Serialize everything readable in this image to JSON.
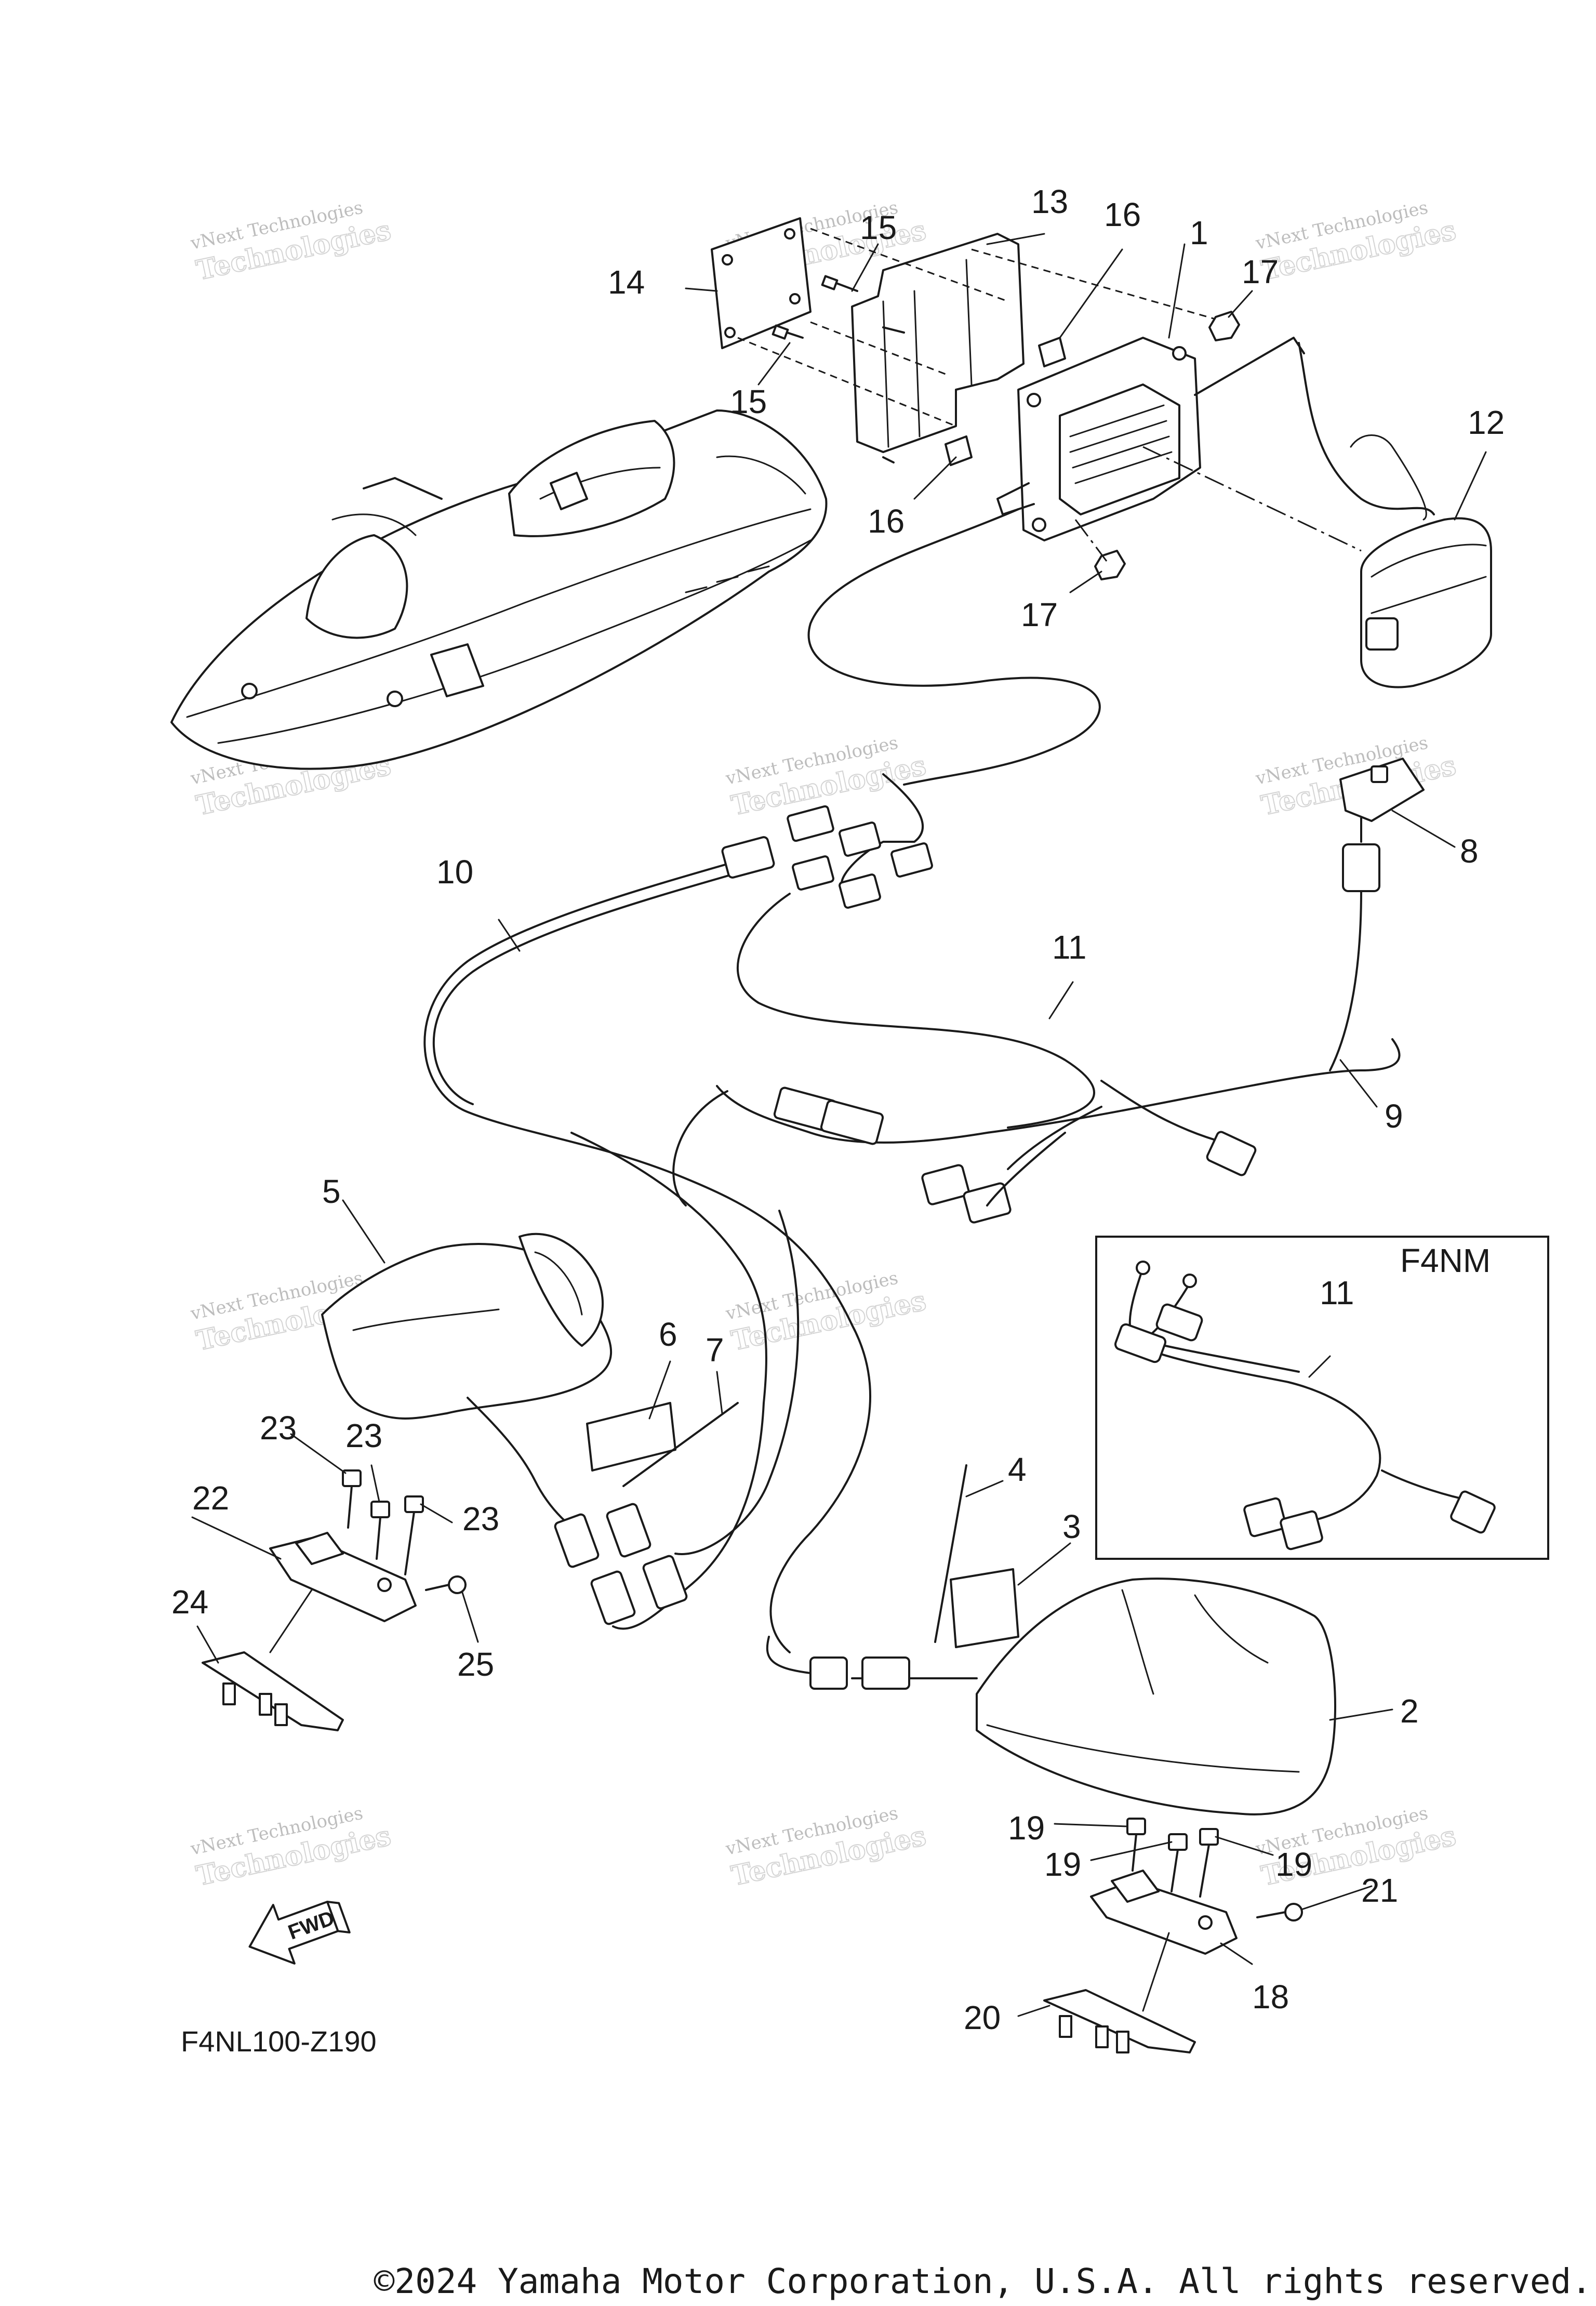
{
  "callouts": {
    "c1": "1",
    "c2": "2",
    "c3": "3",
    "c4": "4",
    "c5": "5",
    "c6": "6",
    "c7": "7",
    "c8": "8",
    "c9": "9",
    "c10": "10",
    "c11": "11",
    "c11b": "11",
    "c12": "12",
    "c13": "13",
    "c14": "14",
    "c15a": "15",
    "c15b": "15",
    "c16a": "16",
    "c16b": "16",
    "c17a": "17",
    "c17b": "17",
    "c18": "18",
    "c19a": "19",
    "c19b": "19",
    "c19c": "19",
    "c20": "20",
    "c21": "21",
    "c22": "22",
    "c23a": "23",
    "c23b": "23",
    "c23c": "23",
    "c24": "24",
    "c25": "25"
  },
  "inset": {
    "label": "F4NM"
  },
  "fwd_arrow": {
    "label": "FWD"
  },
  "reference_code": "F4NL100-Z190",
  "watermark": {
    "line1": "vNext Technologies",
    "line2": "Technologies"
  },
  "copyright": "©2024 Yamaha Motor Corporation, U.S.A. All rights reserved."
}
